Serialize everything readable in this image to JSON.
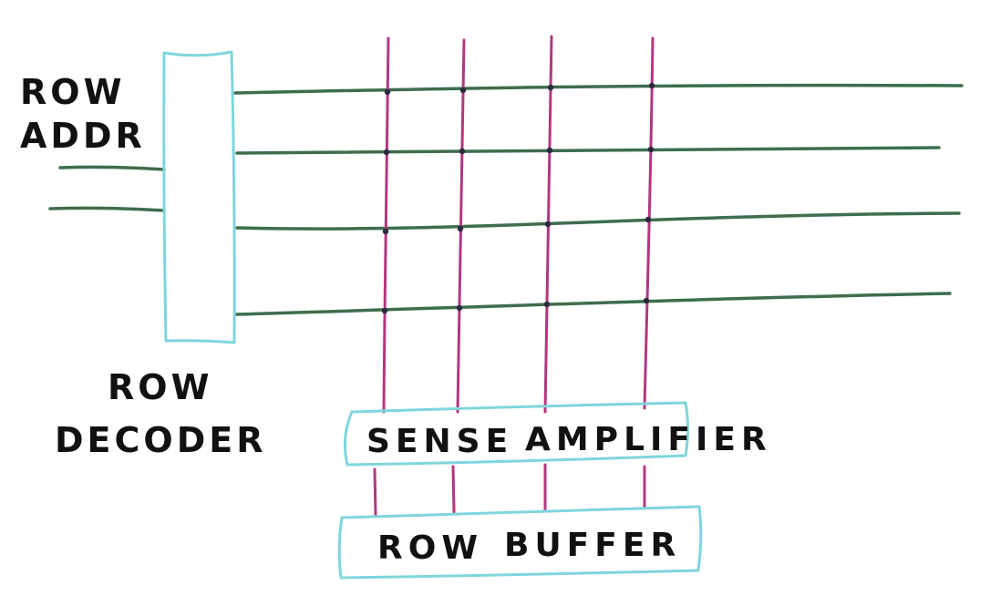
{
  "labels": {
    "row_addr_line1": "ROW",
    "row_addr_line2": "ADDR",
    "row_decoder_line1": "ROW",
    "row_decoder_line2": "DECODER",
    "sense_amplifier_word1": "SENSE",
    "sense_amplifier_word2": "AMPLIFIER",
    "row_buffer_word1": "ROW",
    "row_buffer_word2": "BUFFER"
  },
  "colors": {
    "word_line": "#3e6e4c",
    "bit_line": "#b4367f",
    "box_outline": "#7fd6dc",
    "junction": "#2c2b3e",
    "text": "#111111"
  }
}
